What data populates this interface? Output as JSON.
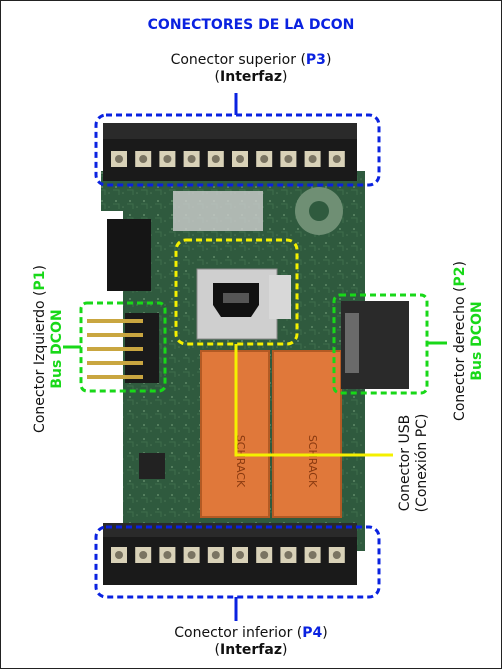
{
  "title": "CONECTORES DE LA DCON",
  "top_connector": {
    "line1": "Conector superior (",
    "tag": "P3",
    "line1_end": ")",
    "line2_open": "(",
    "line2_word": "Interfaz",
    "line2_close": ")"
  },
  "bottom_connector": {
    "line1": "Conector inferior (",
    "tag": "P4",
    "line1_end": ")",
    "line2_open": "(",
    "line2_word": "Interfaz",
    "line2_close": ")"
  },
  "left_connector": {
    "line1": "Conector Izquierdo (",
    "tag": "P1",
    "line1_end": ")",
    "line2": "Bus DCON"
  },
  "right_connector": {
    "line1": "Conector derecho (",
    "tag": "P2",
    "line1_end": ")",
    "line2": "Bus DCON"
  },
  "usb_connector": {
    "line1": "Conector USB",
    "line2": "(Conexión PC)"
  },
  "relays": {
    "left_text": "SCHRACK",
    "right_text": "SCHRACK"
  },
  "colors": {
    "blue": "#0a22e0",
    "green": "#18d818",
    "yellow": "#f4f000",
    "pcb": "#2f5a3e",
    "relay": "#e0783a",
    "terminal": "#1a1a1a"
  }
}
